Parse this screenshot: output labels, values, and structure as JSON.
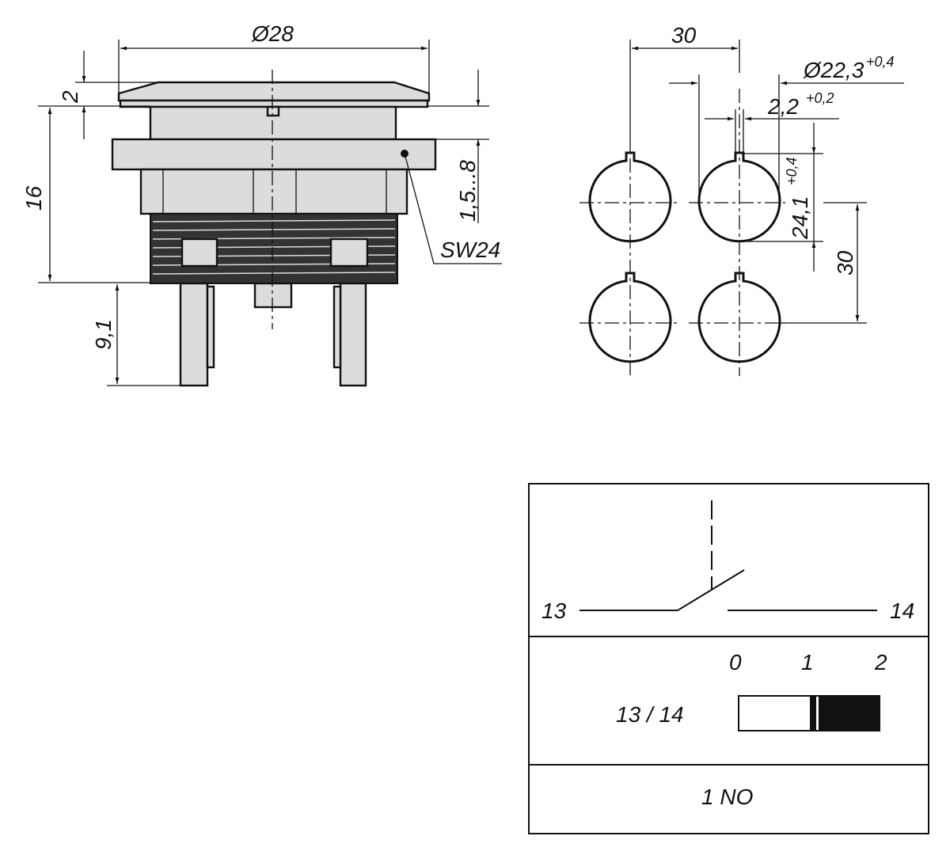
{
  "side_view": {
    "diameter": "Ø28",
    "cap_height": "2",
    "height": "16",
    "panel_thickness": "1,5...8",
    "wrench_size": "SW24",
    "pin_length": "9,1"
  },
  "cutout": {
    "spacing_x": "30",
    "spacing_y": "30",
    "hole_diameter": "Ø22,3",
    "hole_diameter_tol": "+0,4",
    "key_width": "2,2",
    "key_width_tol": "+0,2",
    "key_depth": "24,1",
    "key_depth_tol": "+0,4"
  },
  "contact_table": {
    "terminal_left": "13",
    "terminal_right": "14",
    "positions": [
      "0",
      "1",
      "2"
    ],
    "row_label": "13 / 14",
    "contact_type": "1 NO"
  },
  "colors": {
    "line": "#111111",
    "part_fill": "#dcdcdc"
  }
}
